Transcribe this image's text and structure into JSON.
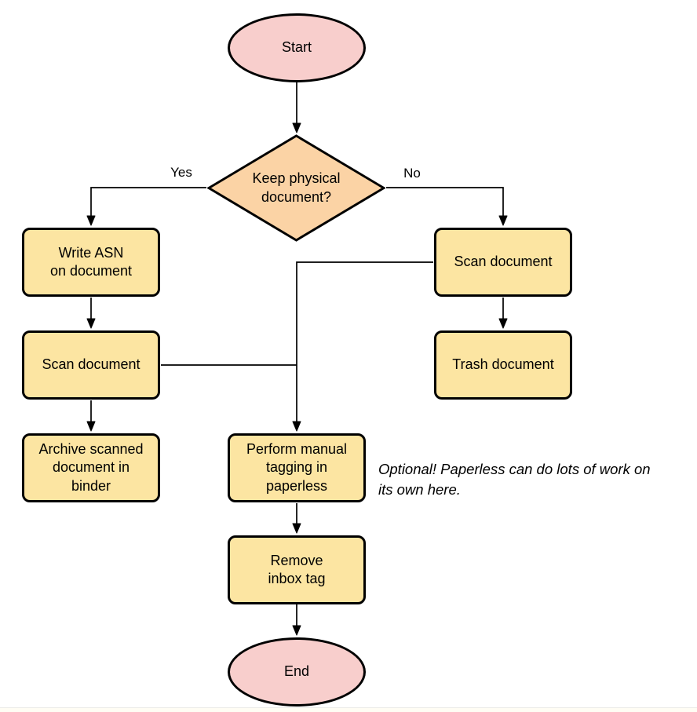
{
  "diagram": {
    "type": "flowchart",
    "colors": {
      "terminator_fill": "#f8cecc",
      "decision_fill": "#fbd3a5",
      "process_fill": "#fce5a2",
      "stroke": "#000000",
      "line": "#000000"
    },
    "nodes": {
      "start": {
        "shape": "terminator",
        "label": "Start"
      },
      "decision": {
        "shape": "diamond",
        "label": "Keep physical\ndocument?"
      },
      "write_asn": {
        "shape": "process",
        "label": "Write ASN\non document"
      },
      "scan_left": {
        "shape": "process",
        "label": "Scan document"
      },
      "archive": {
        "shape": "process",
        "label": "Archive scanned\ndocument in\nbinder"
      },
      "scan_right": {
        "shape": "process",
        "label": "Scan document"
      },
      "trash": {
        "shape": "process",
        "label": "Trash document"
      },
      "tagging": {
        "shape": "process",
        "label": "Perform manual\ntagging in\npaperless"
      },
      "remove": {
        "shape": "process",
        "label": "Remove\ninbox tag"
      },
      "end": {
        "shape": "terminator",
        "label": "End"
      }
    },
    "edges": [
      {
        "from": "start",
        "to": "decision",
        "label": ""
      },
      {
        "from": "decision",
        "to": "write_asn",
        "label": "Yes"
      },
      {
        "from": "decision",
        "to": "scan_right",
        "label": "No"
      },
      {
        "from": "write_asn",
        "to": "scan_left",
        "label": ""
      },
      {
        "from": "scan_left",
        "to": "archive",
        "label": ""
      },
      {
        "from": "scan_right",
        "to": "trash",
        "label": ""
      },
      {
        "from": "scan_right",
        "to": "tagging",
        "label": ""
      },
      {
        "from": "scan_left",
        "to": "tagging",
        "label": ""
      },
      {
        "from": "tagging",
        "to": "remove",
        "label": ""
      },
      {
        "from": "remove",
        "to": "end",
        "label": ""
      }
    ],
    "annotation": "Optional! Paperless can do lots of work on\nits own here."
  }
}
